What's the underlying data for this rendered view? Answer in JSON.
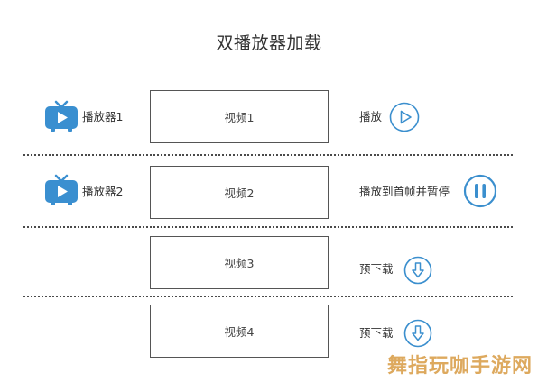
{
  "title": "双播放器加载",
  "rows": [
    {
      "player": "播放器1",
      "video": "视频1",
      "action": "播放",
      "action_icon": "play-icon"
    },
    {
      "player": "播放器2",
      "video": "视频2",
      "action": "播放到首帧并暂停",
      "action_icon": "pause-icon"
    },
    {
      "player": "",
      "video": "视频3",
      "action": "预下载",
      "action_icon": "download-icon"
    },
    {
      "player": "",
      "video": "视频4",
      "action": "预下载",
      "action_icon": "download-icon"
    }
  ],
  "colors": {
    "accent": "#3b8fce",
    "tv_icon": "#3a8fd0",
    "divider": "#4a4a4a",
    "box_border": "#555555"
  },
  "watermark": "舞指玩咖手游网"
}
